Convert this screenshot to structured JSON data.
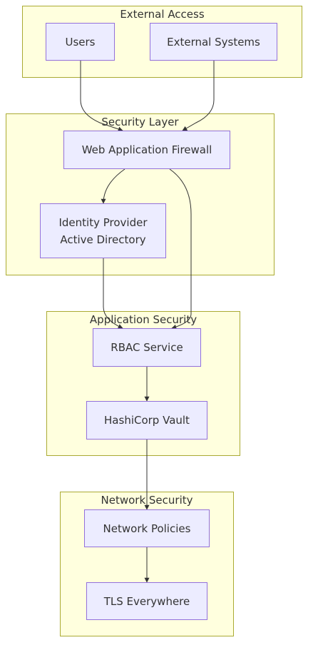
{
  "clusters": {
    "external": {
      "title": "External Access"
    },
    "security": {
      "title": "Security Layer"
    },
    "application": {
      "title": "Application Security"
    },
    "network": {
      "title": "Network Security"
    }
  },
  "nodes": {
    "users": {
      "label": "Users"
    },
    "external_systems": {
      "label": "External Systems"
    },
    "waf": {
      "label": "Web Application Firewall"
    },
    "identity": {
      "label": "Identity Provider\nActive Directory"
    },
    "rbac": {
      "label": "RBAC Service"
    },
    "vault": {
      "label": "HashiCorp Vault"
    },
    "network_policies": {
      "label": "Network Policies"
    },
    "tls": {
      "label": "TLS Everywhere"
    }
  },
  "edges": [
    {
      "from": "users",
      "to": "waf"
    },
    {
      "from": "external_systems",
      "to": "waf"
    },
    {
      "from": "waf",
      "to": "identity"
    },
    {
      "from": "waf",
      "to": "rbac"
    },
    {
      "from": "identity",
      "to": "rbac"
    },
    {
      "from": "rbac",
      "to": "vault"
    },
    {
      "from": "vault",
      "to": "network_policies"
    },
    {
      "from": "network_policies",
      "to": "tls"
    }
  ],
  "colors": {
    "cluster_fill": "#ffffde",
    "cluster_border": "#aaaa33",
    "node_fill": "#ececff",
    "node_border": "#9370db",
    "edge": "#333333",
    "text": "#333333"
  }
}
